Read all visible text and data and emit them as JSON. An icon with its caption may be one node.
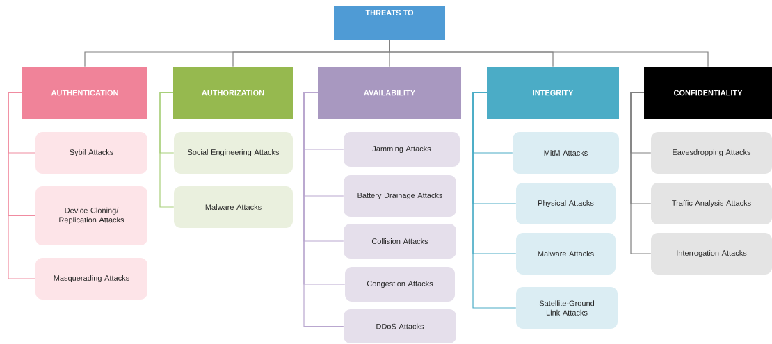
{
  "diagram": {
    "nodes": [
      {
        "text": [
          "THREATS TO"
        ]
      },
      {
        "text": [
          "AUTHENTICATION"
        ]
      },
      {
        "text": [
          "Sybil Attacks"
        ]
      },
      {
        "text": [
          "Device Cloning/ Replication Attacks"
        ]
      },
      {
        "text": [
          "Masquerading Attacks"
        ]
      },
      {
        "text": [
          "AUTHORIZATION"
        ]
      },
      {
        "text": [
          "Social Engineering Attacks"
        ]
      },
      {
        "text": [
          "Malware Attacks"
        ]
      },
      {
        "text": [
          "AVAILABILITY"
        ]
      },
      {
        "text": [
          "Jamming Attacks"
        ]
      },
      {
        "text": [
          "Battery Drainage Attacks"
        ]
      },
      {
        "text": [
          "Collision Attacks"
        ]
      },
      {
        "text": [
          "Congestion Attacks"
        ]
      },
      {
        "text": [
          "DDoS Attacks"
        ]
      },
      {
        "text": [
          "INTEGRITY"
        ]
      },
      {
        "text": [
          "MitM Attacks"
        ]
      },
      {
        "text": [
          "Physical Attacks"
        ]
      },
      {
        "text": [
          "Malware Attacks"
        ]
      },
      {
        "text": [
          "Satellite-Ground Link Attacks"
        ]
      },
      {
        "text": [
          "CONFIDENTIALITY"
        ]
      },
      {
        "text": [
          "Eavesdropping Attacks"
        ]
      },
      {
        "text": [
          "Traffic Analysis Attacks"
        ]
      },
      {
        "text": [
          "Interrogation Attacks"
        ]
      }
    ],
    "edges": [
      {
        "from": 0,
        "to": 1,
        "arrow": "none"
      },
      {
        "from": 0,
        "to": 5,
        "arrow": "none"
      },
      {
        "from": 0,
        "to": 8,
        "arrow": "none"
      },
      {
        "from": 0,
        "to": 14,
        "arrow": "none"
      },
      {
        "from": 0,
        "to": 19,
        "arrow": "none"
      },
      {
        "from": 1,
        "to": 2,
        "arrow": "none",
        "color": "#f08ba0"
      },
      {
        "from": 1,
        "to": 3,
        "arrow": "none",
        "color": "#f08ba0"
      },
      {
        "from": 1,
        "to": 4,
        "arrow": "none",
        "color": "#f08ba0"
      },
      {
        "from": 5,
        "to": 6,
        "arrow": "none",
        "color": "#a8cf7a"
      },
      {
        "from": 5,
        "to": 7,
        "arrow": "none",
        "color": "#a8cf7a"
      },
      {
        "from": 8,
        "to": 9,
        "arrow": "none",
        "color": "#b9a7cf"
      },
      {
        "from": 8,
        "to": 10,
        "arrow": "none",
        "color": "#b9a7cf"
      },
      {
        "from": 8,
        "to": 11,
        "arrow": "none",
        "color": "#b9a7cf"
      },
      {
        "from": 8,
        "to": 12,
        "arrow": "none",
        "color": "#b9a7cf"
      },
      {
        "from": 8,
        "to": 13,
        "arrow": "none",
        "color": "#b9a7cf"
      },
      {
        "from": 14,
        "to": 15,
        "arrow": "none",
        "color": "#4bacc6"
      },
      {
        "from": 14,
        "to": 16,
        "arrow": "none",
        "color": "#4bacc6"
      },
      {
        "from": 14,
        "to": 17,
        "arrow": "none",
        "color": "#4bacc6"
      },
      {
        "from": 14,
        "to": 18,
        "arrow": "none",
        "color": "#4bacc6"
      },
      {
        "from": 19,
        "to": 20,
        "arrow": "none"
      },
      {
        "from": 19,
        "to": 21,
        "arrow": "none"
      },
      {
        "from": 19,
        "to": 22,
        "arrow": "none"
      }
    ]
  }
}
